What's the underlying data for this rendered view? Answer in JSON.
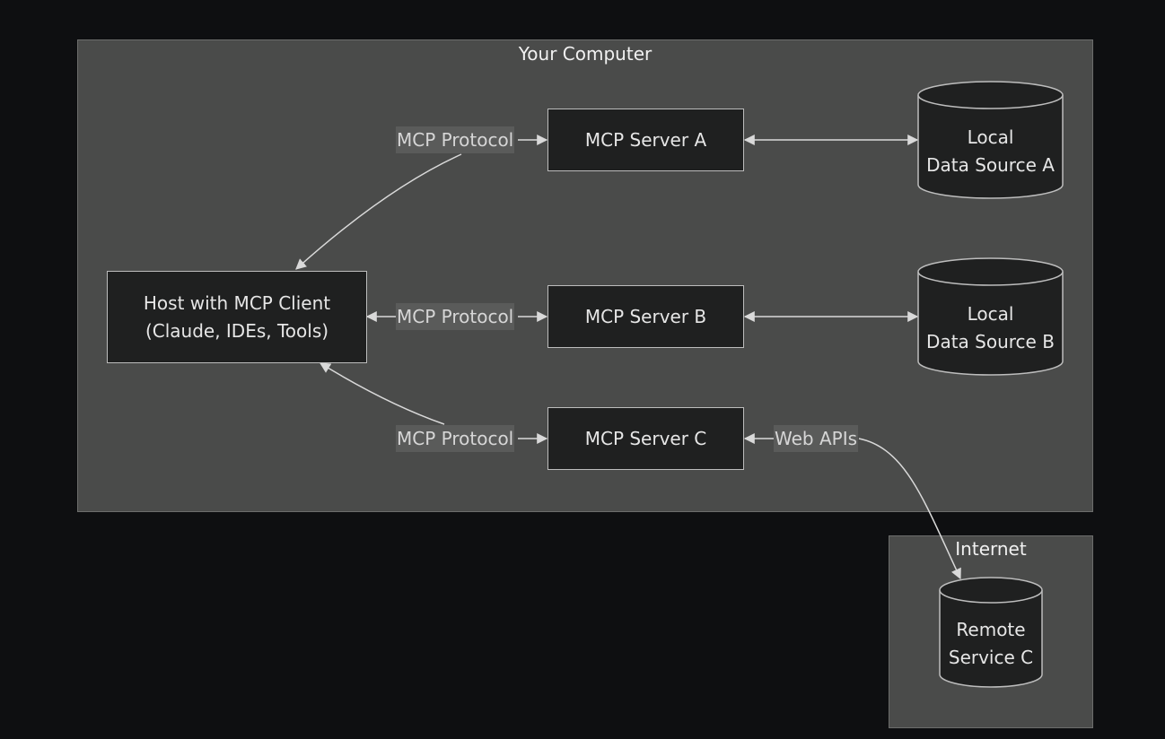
{
  "clusters": {
    "computer": "Your Computer",
    "internet": "Internet"
  },
  "nodes": {
    "host": [
      "Host with MCP Client",
      "(Claude, IDEs, Tools)"
    ],
    "server_a": "MCP Server A",
    "server_b": "MCP Server B",
    "server_c": "MCP Server C",
    "data_a": [
      "Local",
      "Data Source A"
    ],
    "data_b": [
      "Local",
      "Data Source B"
    ],
    "remote_c": [
      "Remote",
      "Service C"
    ]
  },
  "edge_labels": {
    "a": "MCP Protocol",
    "b": "MCP Protocol",
    "c": "MCP Protocol",
    "web": "Web APIs"
  },
  "colors": {
    "background": "#0e0f11",
    "cluster_fill": "#4a4b4a",
    "node_fill": "#1f2020",
    "edge": "#d9d9d9"
  }
}
